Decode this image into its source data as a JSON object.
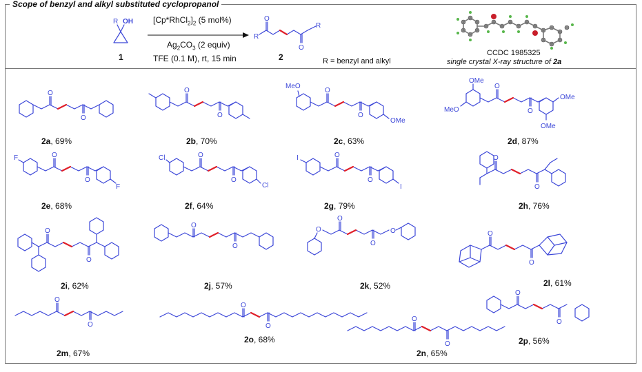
{
  "header": {
    "title": "Scope of benzyl and alkyl substituted cyclopropanol",
    "reagent_1": "[Cp*RhCl",
    "reagent_1_sub": "2",
    "reagent_1_end": "]",
    "reagent_1_sub2": "2",
    "reagent_1_tail": " (5 mol%)",
    "reagent_2": "Ag",
    "reagent_2_sub": "2",
    "reagent_2_mid": "CO",
    "reagent_2_sub2": "3",
    "reagent_2_tail": " (2 equiv)",
    "conditions": "TFE (0.1 M), rt, 15 min",
    "start_label": "1",
    "product_label": "2",
    "r_note": "R = benzyl and alkyl",
    "ccdc": "CCDC 1985325",
    "xray_caption_pre": "single crystal X-ray structure of ",
    "xray_caption_bold": "2a",
    "atom_R": "R",
    "atom_OH": "OH",
    "atom_O": "O"
  },
  "compounds": [
    {
      "id": "2a",
      "yield": ", 69%"
    },
    {
      "id": "2b",
      "yield": ", 70%"
    },
    {
      "id": "2c",
      "yield": ", 63%"
    },
    {
      "id": "2d",
      "yield": ", 87%"
    },
    {
      "id": "2e",
      "yield": ", 68%"
    },
    {
      "id": "2f",
      "yield": ", 64%"
    },
    {
      "id": "2g",
      "yield": ", 79%"
    },
    {
      "id": "2h",
      "yield": ", 76%"
    },
    {
      "id": "2i",
      "yield": ", 62%"
    },
    {
      "id": "2j",
      "yield": ", 57%"
    },
    {
      "id": "2k",
      "yield": ", 52%"
    },
    {
      "id": "2l",
      "yield": ", 61%"
    },
    {
      "id": "2m",
      "yield": ", 67%"
    },
    {
      "id": "2o",
      "yield": ", 68%"
    },
    {
      "id": "2n",
      "yield": ", 65%"
    },
    {
      "id": "2p",
      "yield": ", 56%"
    }
  ],
  "atoms": {
    "O": "O",
    "OMe": "OMe",
    "MeO": "MeO",
    "F": "F",
    "Cl": "Cl",
    "I": "I"
  }
}
